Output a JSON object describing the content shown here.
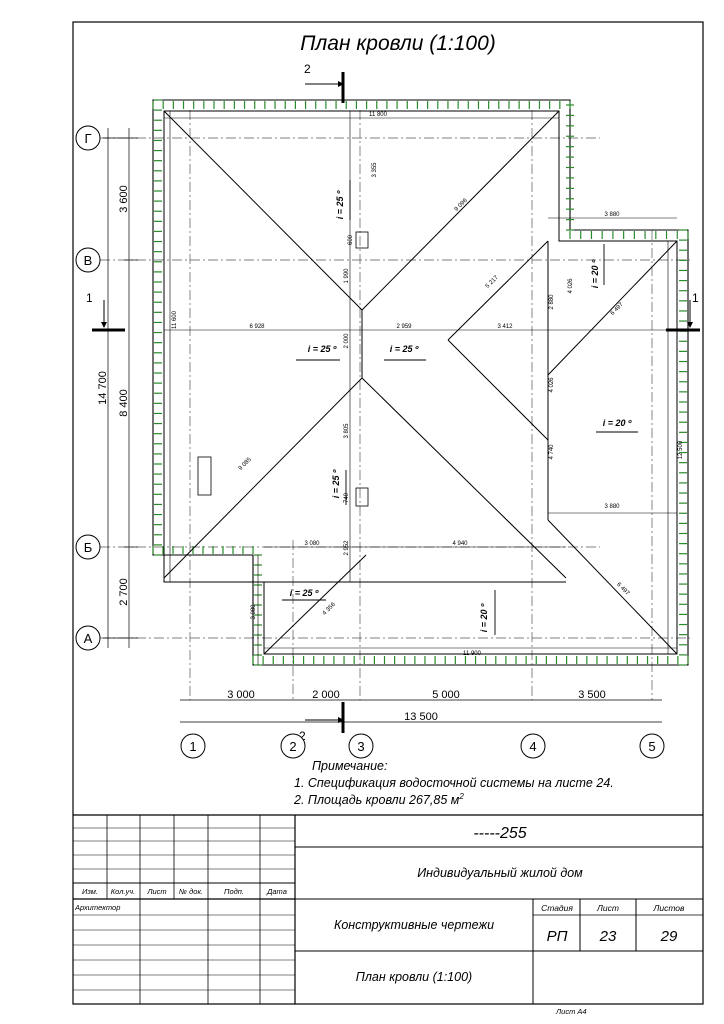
{
  "drawing": {
    "title": "План кровли (1:100)",
    "notes": {
      "heading": "Примечание:",
      "line1": "1. Спецификация водосточной системы на листе 24.",
      "line2": "2. Площадь кровли 267,85 м",
      "line2_sup": "2"
    },
    "axes_letters": [
      "Г",
      "В",
      "Б",
      "А"
    ],
    "axes_numbers": [
      "1",
      "2",
      "3",
      "4",
      "5"
    ],
    "section_marks": [
      "2",
      "2",
      "1",
      "1"
    ],
    "left_dims": {
      "top": "3 600",
      "mid": "8 400",
      "bottom": "2 700",
      "total": "14 700"
    },
    "bottom_dims": {
      "d1": "3 000",
      "d2": "2 000",
      "d3": "5 000",
      "d4": "3 500",
      "total": "13 500"
    },
    "inner_dims": {
      "top_width": "11 800",
      "d_3355": "3 355",
      "d_9096": "9 096",
      "d_600": "600",
      "d_1990": "1 990",
      "d_2000": "2 000",
      "d_3880_top": "3 880",
      "d_5217": "5 217",
      "d_2880": "2 880",
      "d_4026a": "4 026",
      "d_6497a": "6 497",
      "d_11600": "11 600",
      "d_6928": "6 928",
      "d_2959": "2 959",
      "d_3412": "3 412",
      "d_4026b": "4 026",
      "d_3805": "3 805",
      "d_9085": "9 085",
      "d_740": "740",
      "d_4740": "4 740",
      "d_12500": "12 500",
      "d_3880_mid": "3 880",
      "d_3080a": "3 080",
      "d_2952": "2 952",
      "d_4940": "4 940",
      "d_3080b": "3 080",
      "d_4356": "4 356",
      "d_6497b": "6 497",
      "d_11900": "11 900"
    },
    "slopes": {
      "s1": "i = 25 º",
      "s2": "i = 25 º",
      "s3": "i = 25 º",
      "s4": "i = 25 º",
      "s5": "i = 20 º",
      "s6": "i = 20 º",
      "s7": "i = 25 º",
      "s8": "i = 20 º"
    }
  },
  "title_block": {
    "code": "-----255",
    "project": "Индивидуальный жилой дом",
    "header_cols": [
      "Изм.",
      "Кол.уч.",
      "Лист",
      "№ док.",
      "Подп.",
      "Дата"
    ],
    "architect": "Архитектор",
    "section": "Конструктивные чертежи",
    "stage_label": "Стадия",
    "sheet_label": "Лист",
    "sheets_label": "Листов",
    "stage": "РП",
    "sheet": "23",
    "sheets": "29",
    "sheet_title": "План кровли (1:100)",
    "format": "Лист А4"
  }
}
